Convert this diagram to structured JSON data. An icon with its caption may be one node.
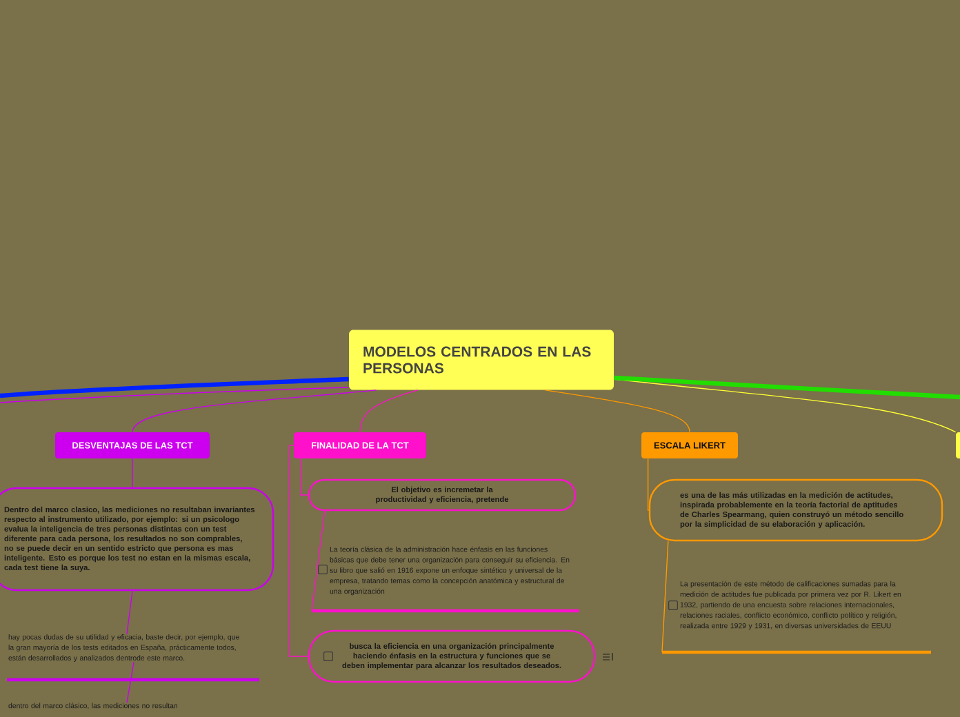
{
  "diagram": {
    "nodes": [
      {
        "text": [
          "MODELOS CENTRADOS EN LAS PERSONAS"
        ]
      },
      {
        "text": [
          "DESVENTAJAS DE LAS TCT"
        ]
      },
      {
        "text": [
          "Dentro del marco clasico, las mediciones no resultaban invariantes respecto al instrumento utilizado, por ejemplo: si un psicologo evalua la inteligencia de tres personas distintas con un test diferente para cada persona, los resultados no son comprables, no se puede decir en un sentido estricto que persona es mas inteligente. Esto es porque los test no estan en la mismas escala, cada test tiene la suya."
        ]
      },
      {
        "text": [
          "hay pocas dudas de su utilidad y eficacia, baste decir, por ejemplo, que la gran mayoría de los tests editados en España, prácticamente todos, están desarrollados y analizados dentrode este marco."
        ]
      },
      {
        "text": [
          "dentro del marco clásico, las mediciones no resultan"
        ]
      },
      {
        "text": [
          "FINALIDAD DE LA TCT"
        ]
      },
      {
        "text": [
          "El objetivo es incremetar la productividad y eficiencia, pretende"
        ]
      },
      {
        "text": [
          "La teoría clásica de la administración hace énfasis en las funciones básicas que debe tener una organización para conseguir su eficiencia. En su libro que salió en 1916 expone un enfoque sintético y universal de la empresa, tratando temas como la concepción anatómica y estructural de una organización"
        ]
      },
      {
        "text": [
          "busca la eficiencia en una organización principalmente haciendo énfasis en la estructura y funciones que se deben implementar para alcanzar los resultados deseados."
        ]
      },
      {
        "text": [
          "ESCALA LIKERT"
        ]
      },
      {
        "text": [
          "es una de las más utilizadas en la medición de actitudes, inspirada probablemente en la teoría factorial de aptitudes de Charles Spearmang, quien construyó un método sencillo por la simplicidad de su elaboración y aplicación."
        ]
      },
      {
        "text": [
          "La presentación de este método de calificaciones sumadas para la medición de actitudes fue publicada por primera vez por R. Likert en 1932, partiendo de una encuesta sobre relaciones internacionales, relaciones raciales, conflicto económico, conflicto político y religión, realizada entre 1929 y 1931, en diversas universidades de EEUU"
        ]
      },
      {
        "text": [],
        "shape": "box"
      }
    ],
    "edges": [
      {
        "from": 0,
        "to": 1,
        "arrow": "none",
        "color": "#cc00ee"
      },
      {
        "from": 0,
        "to": 5,
        "arrow": "none",
        "color": "#ff11cc"
      },
      {
        "from": 0,
        "to": 9,
        "arrow": "none",
        "color": "#ff9900"
      },
      {
        "from": 0,
        "to": 12,
        "arrow": "none",
        "color": "#ffff33"
      },
      {
        "from": 0,
        "to": null,
        "arrow": "none",
        "color": "#0022ff",
        "style": "thick"
      },
      {
        "from": 0,
        "to": null,
        "arrow": "none",
        "color": "#cc00ee"
      },
      {
        "from": 0,
        "to": null,
        "arrow": "none",
        "color": "#22dd00",
        "style": "thick"
      },
      {
        "from": 1,
        "to": 2,
        "arrow": "none",
        "color": "#cc00ee"
      },
      {
        "from": 2,
        "to": 3,
        "arrow": "none",
        "color": "#cc00ee"
      },
      {
        "from": 3,
        "to": 4,
        "arrow": "none",
        "color": "#cc00ee"
      },
      {
        "from": 5,
        "to": 6,
        "arrow": "none",
        "color": "#ff11cc"
      },
      {
        "from": 5,
        "to": 8,
        "arrow": "none",
        "color": "#ff11cc"
      },
      {
        "from": 6,
        "to": 7,
        "arrow": "none",
        "color": "#ff11cc"
      },
      {
        "from": 9,
        "to": 10,
        "arrow": "none",
        "color": "#ff9900"
      },
      {
        "from": 10,
        "to": 11,
        "arrow": "none",
        "color": "#ff9900"
      }
    ]
  }
}
